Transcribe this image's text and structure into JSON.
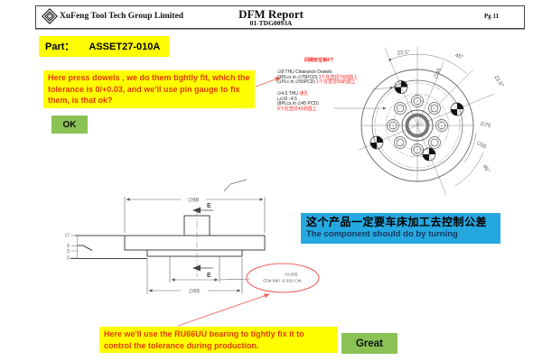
{
  "header": {
    "company": "XuFeng Tool Tech Group Limited",
    "title": "DFM Report",
    "doc_number": "01-TDG0093A",
    "page": "Pg 11"
  },
  "part": {
    "label": "Part：",
    "number": "ASSET27-010A"
  },
  "annotations": {
    "dowel_note": "Here press dowels , we do them tightly fit, which the tolerance is 0/+0.03, and we'll use pin gauge to fix them, is that ok?",
    "ok_button": "OK",
    "turning_note_cn": "这个产品一定要车床加工去控制公差",
    "turning_note_en": "The component should do by turning",
    "bearing_note": "Here we'll use the RU66UU bearing to tightly fix it to control the tolerance during production.",
    "great_button": "Great"
  },
  "drawing": {
    "circular_view": {
      "pin_note": "间隙定位销4个",
      "clearance_title": "∅8 THU Clearance Dowels",
      "clearance_l1": "(3PLcs in ∅75PCD)",
      "clearance_l1_cn": "3个在直径75的圆上",
      "clearance_l2": "(1PLc in ∅55PCD)",
      "clearance_l2_cn": "1个在直径55的圆上",
      "hole_l1": "∅4.5 THU",
      "hole_l1_cn": "通孔",
      "hole_l2": "⊔∅8 ↓4.5",
      "hole_l3": "(8PLcs in ∅45 PCD)",
      "hole_l4_cn": "8个在直径45的圆上",
      "dim_angle_left": "22.5°",
      "dim_angle_top": "45°",
      "dim_angle_right": "22.5°",
      "dim_pcd45": "∅45",
      "dim_pcd75": "∅75",
      "dim_pcd55": "∅55",
      "dim_angle_bottom": "45°"
    },
    "side_view": {
      "dim_dia98": "∅98",
      "dim_dia65": "∅65",
      "section": "E",
      "h17": "17",
      "h6": "6",
      "h5": "5",
      "h0": "0",
      "tol_plus": "+0.005",
      "tol_main": "∅34.990 -0.010 Crit."
    }
  },
  "colors": {
    "highlight_yellow": "#ffff00",
    "note_text_red": "#e63900",
    "button_green": "#8bc255",
    "callout_blue": "#25a8e0",
    "drawing_red": "#ee6666",
    "annotation_red": "#ff2222"
  }
}
